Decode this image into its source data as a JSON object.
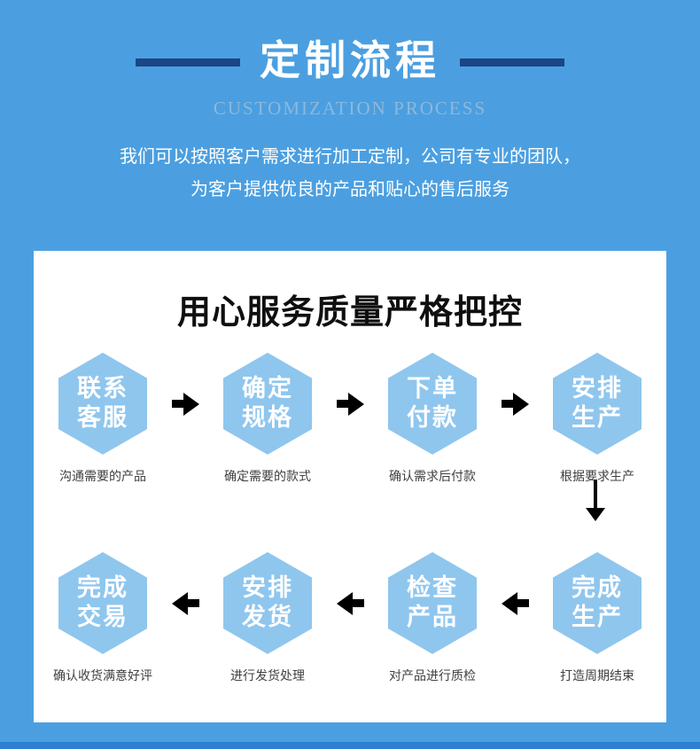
{
  "colors": {
    "background": "#4b9fe0",
    "hexagon": "#8fc6ee",
    "title_bar": "#1b4585",
    "subtitle_text": "#8db8dc",
    "footer_strip": "#2d7fd2"
  },
  "header": {
    "title": "定制流程",
    "subtitle": "CUSTOMIZATION PROCESS",
    "description": {
      "line1": "我们可以按照客户需求进行加工定制，公司有专业的团队，",
      "line2": "为客户提供优良的产品和贴心的售后服务"
    }
  },
  "panel": {
    "title": "用心服务质量严格把控",
    "rows": [
      {
        "direction": "right",
        "steps": [
          {
            "lines": [
              "联系",
              "客服"
            ],
            "caption": "沟通需要的产品"
          },
          {
            "lines": [
              "确定",
              "规格"
            ],
            "caption": "确定需要的款式"
          },
          {
            "lines": [
              "下单",
              "付款"
            ],
            "caption": "确认需求后付款"
          },
          {
            "lines": [
              "安排",
              "生产"
            ],
            "caption": "根据要求生产"
          }
        ]
      },
      {
        "direction": "left",
        "steps": [
          {
            "lines": [
              "完成",
              "交易"
            ],
            "caption": "确认收货满意好评"
          },
          {
            "lines": [
              "安排",
              "发货"
            ],
            "caption": "进行发货处理"
          },
          {
            "lines": [
              "检查",
              "产品"
            ],
            "caption": "对产品进行质检"
          },
          {
            "lines": [
              "完成",
              "生产"
            ],
            "caption": "打造周期结束"
          }
        ]
      }
    ]
  }
}
